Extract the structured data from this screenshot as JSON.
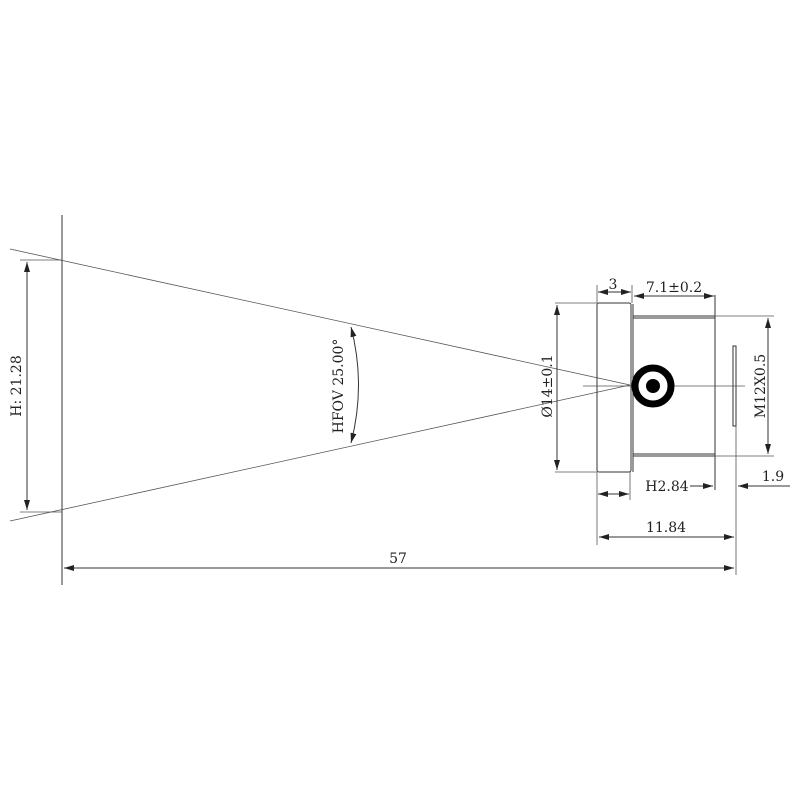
{
  "title": "Lens field of view drawing",
  "labels": {
    "height": "H: 21.28",
    "hfov": "HFOV 25.00°",
    "distance": "57",
    "diameter": "Ø14±0.1",
    "thread": "M12X0.5",
    "flange_width": "3",
    "barrel_length": "7.1±0.2",
    "h_depth": "H2.84",
    "back": "1.9",
    "total_length": "11.84"
  },
  "colors": {
    "line": "#333333",
    "background": "#ffffff"
  }
}
